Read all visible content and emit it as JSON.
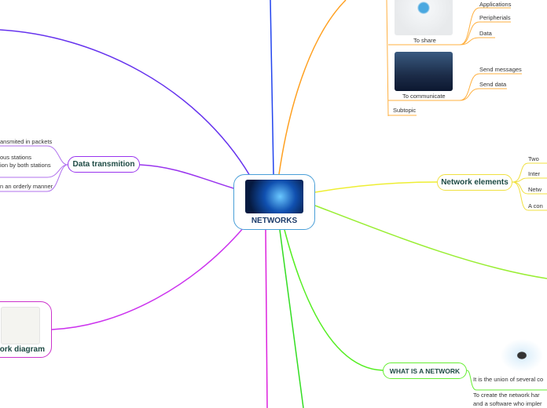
{
  "central": {
    "label": "NETWORKS",
    "color": "#4a9fd8"
  },
  "data_transmition": {
    "label": "Data transmition",
    "color": "#9933ee",
    "items": [
      "ansmited in packets",
      "ous stations",
      "ion by both stations",
      "n an orderly manner"
    ]
  },
  "network_diagram": {
    "label": "work diagram",
    "color": "#cc33cc"
  },
  "network_elements": {
    "label": "Network elements",
    "color": "#f0e040",
    "items": [
      "Two",
      "Inter",
      "Netw",
      "A con"
    ]
  },
  "what_is": {
    "label": "WHAT IS A NETWORK",
    "color": "#66ee33",
    "items": [
      "It is the union of several co",
      "To create the network  har",
      "and a software who impler"
    ]
  },
  "purpose": {
    "color": "#ffa020",
    "to_share": {
      "caption": "To share",
      "items": [
        "Applications",
        "Peripherials",
        "Data"
      ]
    },
    "to_communicate": {
      "caption": "To communicate",
      "items": [
        "Send messages",
        "Send data"
      ]
    },
    "subtopic": "Subtopic"
  }
}
